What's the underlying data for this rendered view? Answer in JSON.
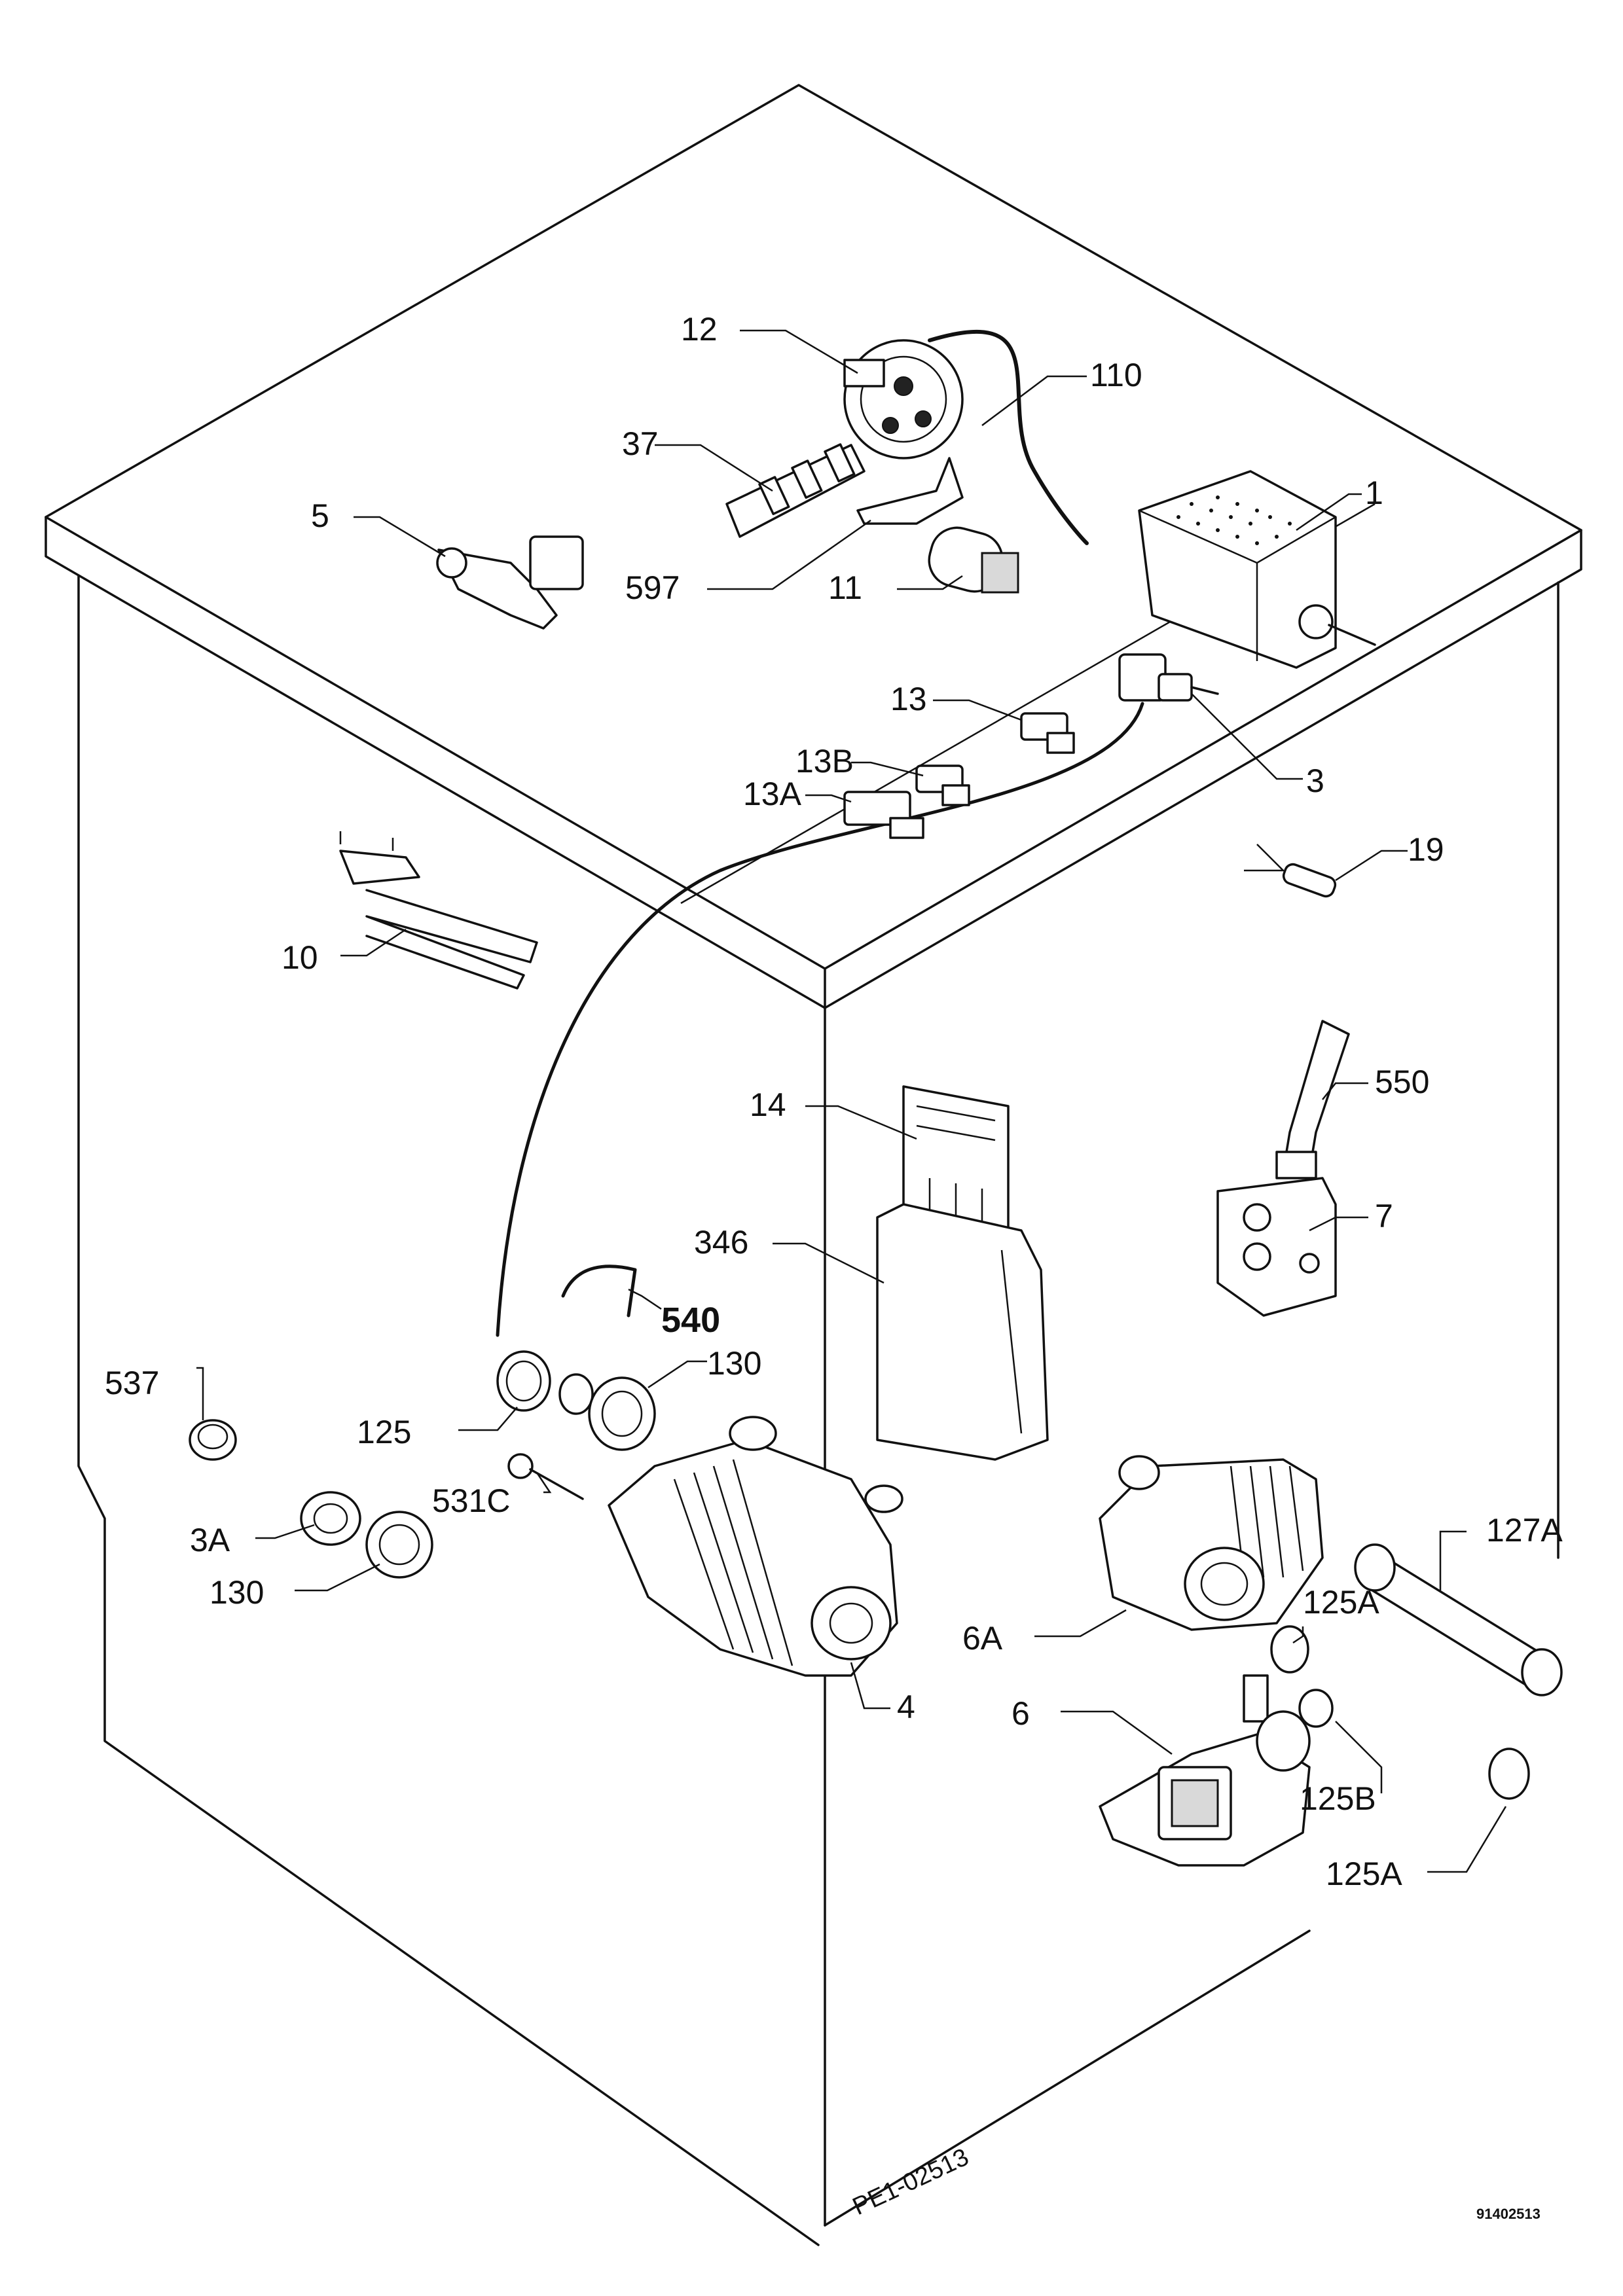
{
  "labels": {
    "l1": "1",
    "l3": "3",
    "l3a": "3A",
    "l4": "4",
    "l5": "5",
    "l6": "6",
    "l6a": "6A",
    "l7": "7",
    "l10": "10",
    "l11": "11",
    "l12": "12",
    "l13": "13",
    "l13a": "13A",
    "l13b": "13B",
    "l14": "14",
    "l19": "19",
    "l37": "37",
    "l110": "110",
    "l125": "125",
    "l125a_top": "125A",
    "l125a_bot": "125A",
    "l125b": "125B",
    "l127a": "127A",
    "l130_top": "130",
    "l130_bot": "130",
    "l346": "346",
    "l531c": "531C",
    "l537": "537",
    "l540": "540",
    "l550": "550",
    "l597": "597"
  },
  "drawing_code": "PE1-02513",
  "reference_number": "91402513"
}
